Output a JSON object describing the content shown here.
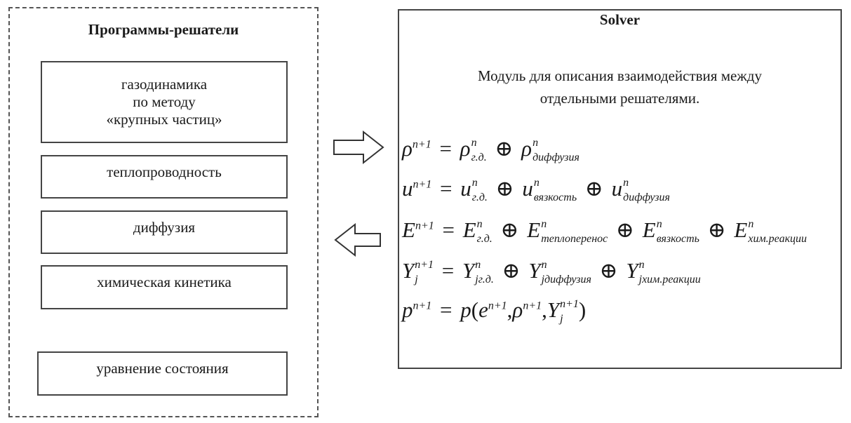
{
  "left_panel": {
    "title": "Программы-решатели",
    "boxes": [
      {
        "lines": [
          "газодинамика",
          "по методу",
          "«крупных частиц»"
        ]
      },
      {
        "lines": [
          "теплопроводность"
        ]
      },
      {
        "lines": [
          "диффузия"
        ]
      },
      {
        "lines": [
          "химическая кинетика"
        ]
      },
      {
        "lines": [
          "уравнение состояния"
        ]
      }
    ]
  },
  "right_panel": {
    "title": "Solver",
    "description": [
      "Модуль для описания взаимодействия между",
      "отдельными решателями."
    ],
    "equations": {
      "rho": {
        "lhs": "ρ",
        "lhs_sup": "n+1",
        "eq": "=",
        "terms": [
          {
            "sym": "ρ",
            "sup": "n",
            "sub": "г.д."
          },
          {
            "sym": "ρ",
            "sup": "n",
            "sub": "диффузия"
          }
        ]
      },
      "u": {
        "lhs": "u",
        "lhs_sup": "n+1",
        "eq": "=",
        "terms": [
          {
            "sym": "u",
            "sup": "n",
            "sub": "г.д."
          },
          {
            "sym": "u",
            "sup": "n",
            "sub": "вязкость"
          },
          {
            "sym": "u",
            "sup": "n",
            "sub": "диффузия"
          }
        ]
      },
      "e": {
        "lhs": "E",
        "lhs_sup": "n+1",
        "eq": "=",
        "terms": [
          {
            "sym": "E",
            "sup": "n",
            "sub": "г.д."
          },
          {
            "sym": "E",
            "sup": "n",
            "sub": "теплоперенос"
          },
          {
            "sym": "E",
            "sup": "n",
            "sub": "вязкость"
          },
          {
            "sym": "E",
            "sup": "n",
            "sub": "хим.реакции"
          }
        ]
      },
      "y": {
        "lhs": "Y",
        "lhs_sup": "n+1",
        "lhs_sub": "j",
        "eq": "=",
        "terms": [
          {
            "sym": "Y",
            "sup": "n",
            "sub": "jг.д."
          },
          {
            "sym": "Y",
            "sup": "n",
            "sub": "jдиффузия"
          },
          {
            "sym": "Y",
            "sup": "n",
            "sub": "jхим.реакции"
          }
        ]
      },
      "p": {
        "lhs": "p",
        "lhs_sup": "n+1",
        "eq": "=",
        "fn": "p",
        "args": [
          {
            "sym": "e",
            "sup": "n+1"
          },
          {
            "sym": "ρ",
            "sup": "n+1"
          },
          {
            "sym": "Y",
            "sup": "n+1",
            "sub": "j"
          }
        ]
      }
    }
  },
  "symbols": {
    "oplus": "⊕",
    "comma": ",",
    "lparen": "(",
    "rparen": ")"
  },
  "icons": {
    "arrow_right": "arrow-right-icon",
    "arrow_left": "arrow-left-icon"
  }
}
